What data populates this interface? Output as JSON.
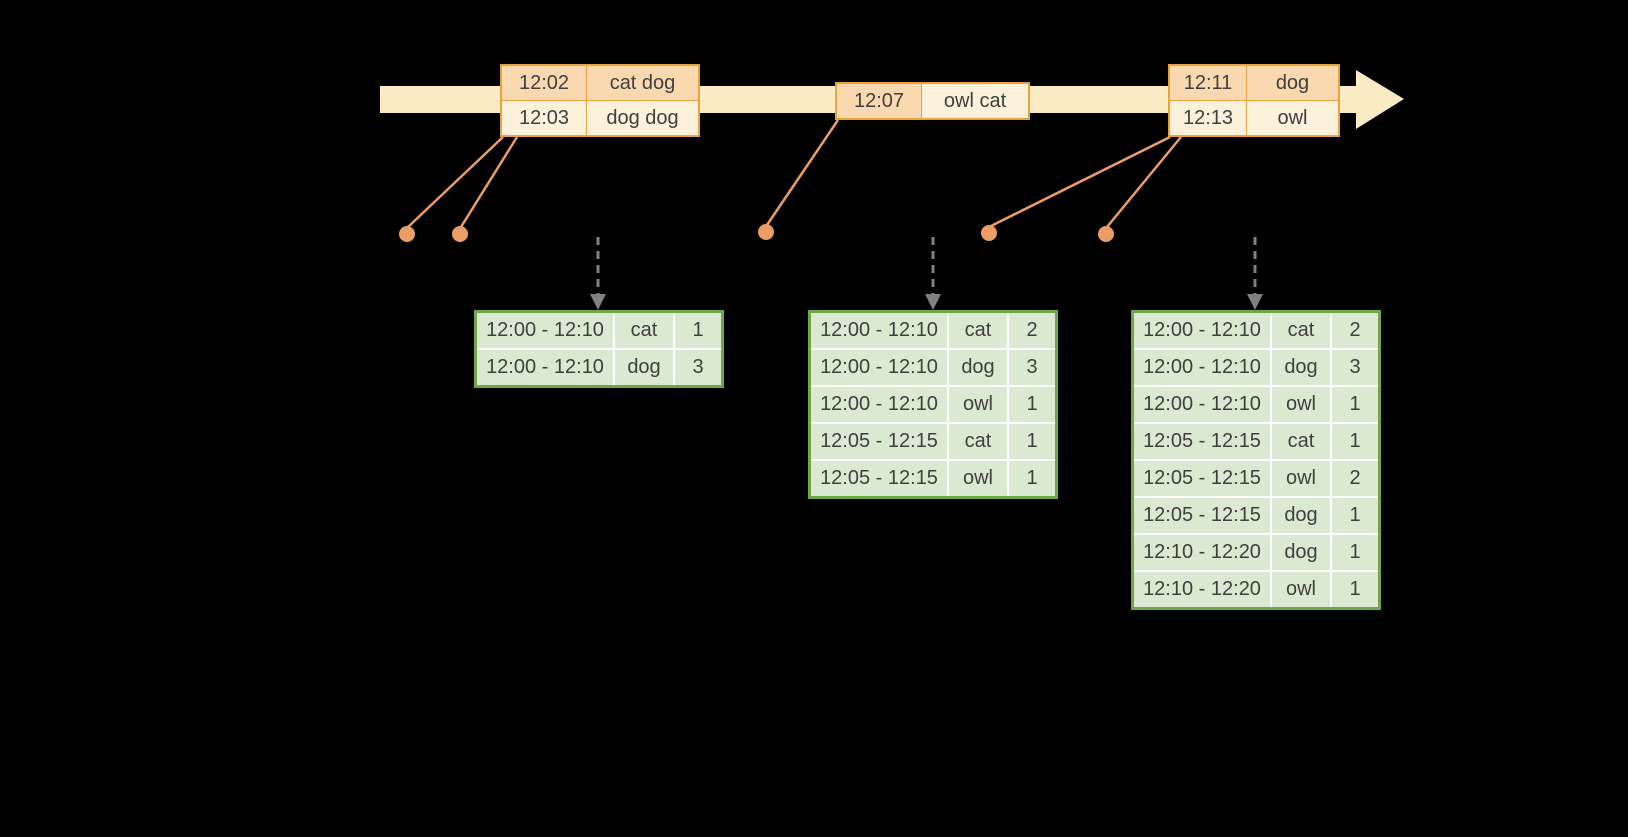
{
  "colors": {
    "background": "#000000",
    "text": "#3F3F3F",
    "timeline_fill": "#FAEBC4",
    "event_table_border": "#E9A33E",
    "connector": "#EC9D66",
    "trigger_arrow": "#808080",
    "result_table_border": "#70A64A",
    "result_cell_fill": "#DCE9D2",
    "result_grid": "#FFFFFF",
    "shades": {
      "peach": "#FAD8B0",
      "cream": "#FCF1DB"
    }
  },
  "event_tables": [
    {
      "rows": [
        {
          "cells": [
            "12:02",
            "cat dog"
          ],
          "shades": [
            "peach",
            "peach"
          ]
        },
        {
          "cells": [
            "12:03",
            "dog dog"
          ],
          "shades": [
            "cream",
            "cream"
          ]
        }
      ]
    },
    {
      "rows": [
        {
          "cells": [
            "12:07",
            "owl cat"
          ],
          "shades": [
            "peach",
            "cream"
          ]
        }
      ]
    },
    {
      "rows": [
        {
          "cells": [
            "12:11",
            "dog"
          ],
          "shades": [
            "peach",
            "peach"
          ]
        },
        {
          "cells": [
            "12:13",
            "owl"
          ],
          "shades": [
            "cream",
            "cream"
          ]
        }
      ]
    }
  ],
  "result_tables": [
    {
      "rows": [
        {
          "cells": [
            "12:00 - 12:10",
            "cat",
            "1"
          ]
        },
        {
          "cells": [
            "12:00 - 12:10",
            "dog",
            "3"
          ]
        }
      ]
    },
    {
      "rows": [
        {
          "cells": [
            "12:00 - 12:10",
            "cat",
            "2"
          ]
        },
        {
          "cells": [
            "12:00 - 12:10",
            "dog",
            "3"
          ]
        },
        {
          "cells": [
            "12:00 - 12:10",
            "owl",
            "1"
          ]
        },
        {
          "cells": [
            "12:05 - 12:15",
            "cat",
            "1"
          ]
        },
        {
          "cells": [
            "12:05 - 12:15",
            "owl",
            "1"
          ]
        }
      ]
    },
    {
      "rows": [
        {
          "cells": [
            "12:00 - 12:10",
            "cat",
            "2"
          ]
        },
        {
          "cells": [
            "12:00 - 12:10",
            "dog",
            "3"
          ]
        },
        {
          "cells": [
            "12:00 - 12:10",
            "owl",
            "1"
          ]
        },
        {
          "cells": [
            "12:05 - 12:15",
            "cat",
            "1"
          ]
        },
        {
          "cells": [
            "12:05 - 12:15",
            "owl",
            "2"
          ]
        },
        {
          "cells": [
            "12:05 - 12:15",
            "dog",
            "1"
          ]
        },
        {
          "cells": [
            "12:10 - 12:20",
            "dog",
            "1"
          ]
        },
        {
          "cells": [
            "12:10 - 12:20",
            "owl",
            "1"
          ]
        }
      ]
    }
  ]
}
